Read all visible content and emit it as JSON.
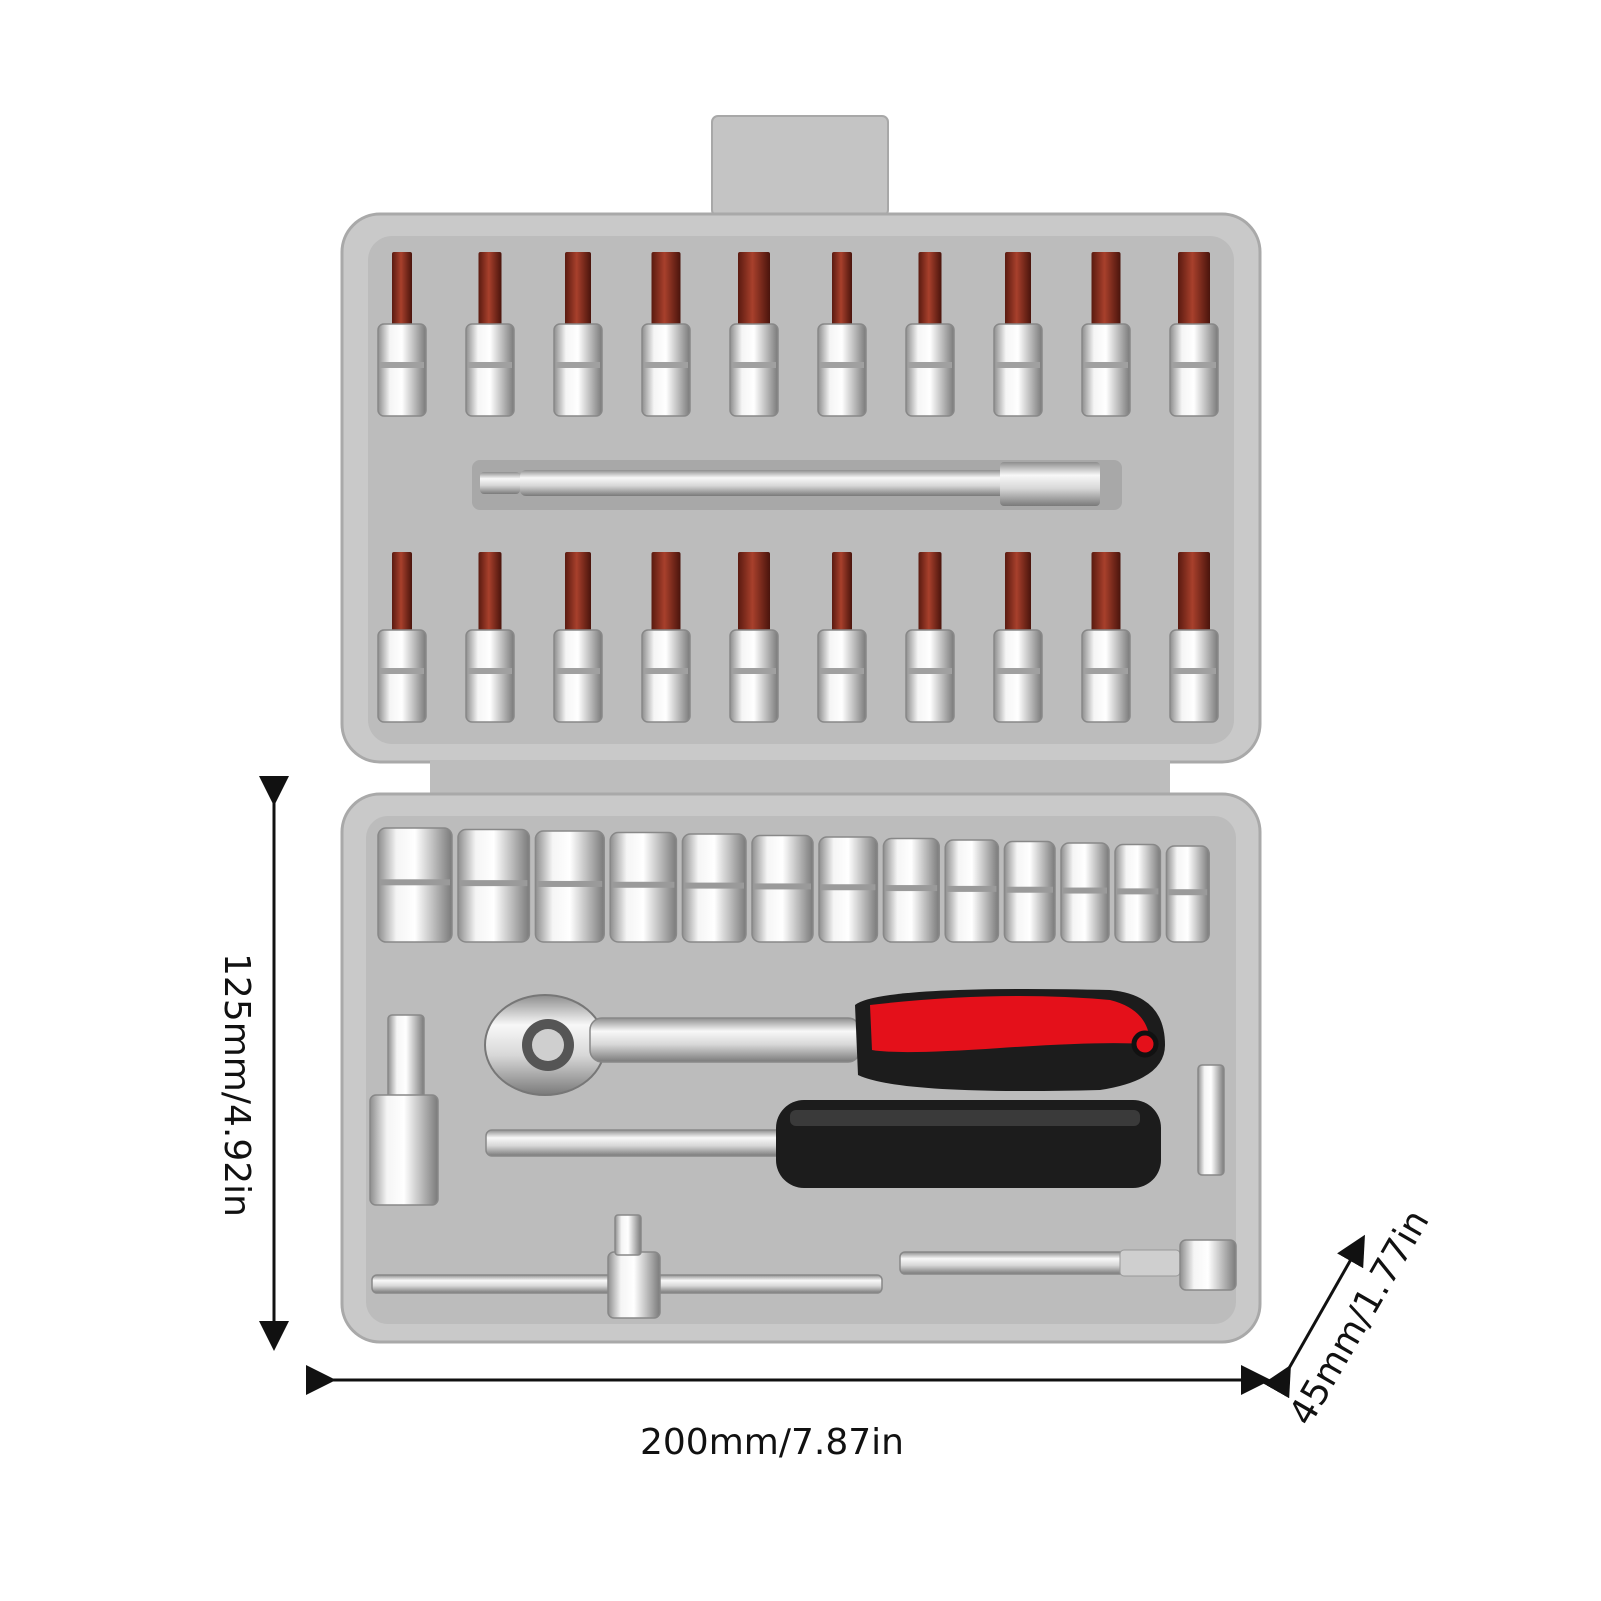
{
  "product": {
    "dimensions": {
      "width": "200mm/7.87in",
      "height": "125mm/4.92in",
      "depth": "45mm/1.77in"
    },
    "colors": {
      "case": "#c9c9c9",
      "case_inner": "#bdbdbd",
      "bit": "#8a2a1c",
      "chrome": "#e4e4e4",
      "grip_red": "#e4101a",
      "grip_black": "#1c1c1c"
    },
    "contents": {
      "bit_sockets_upper_row": 10,
      "bit_sockets_lower_row": 10,
      "sockets": 13
    }
  }
}
